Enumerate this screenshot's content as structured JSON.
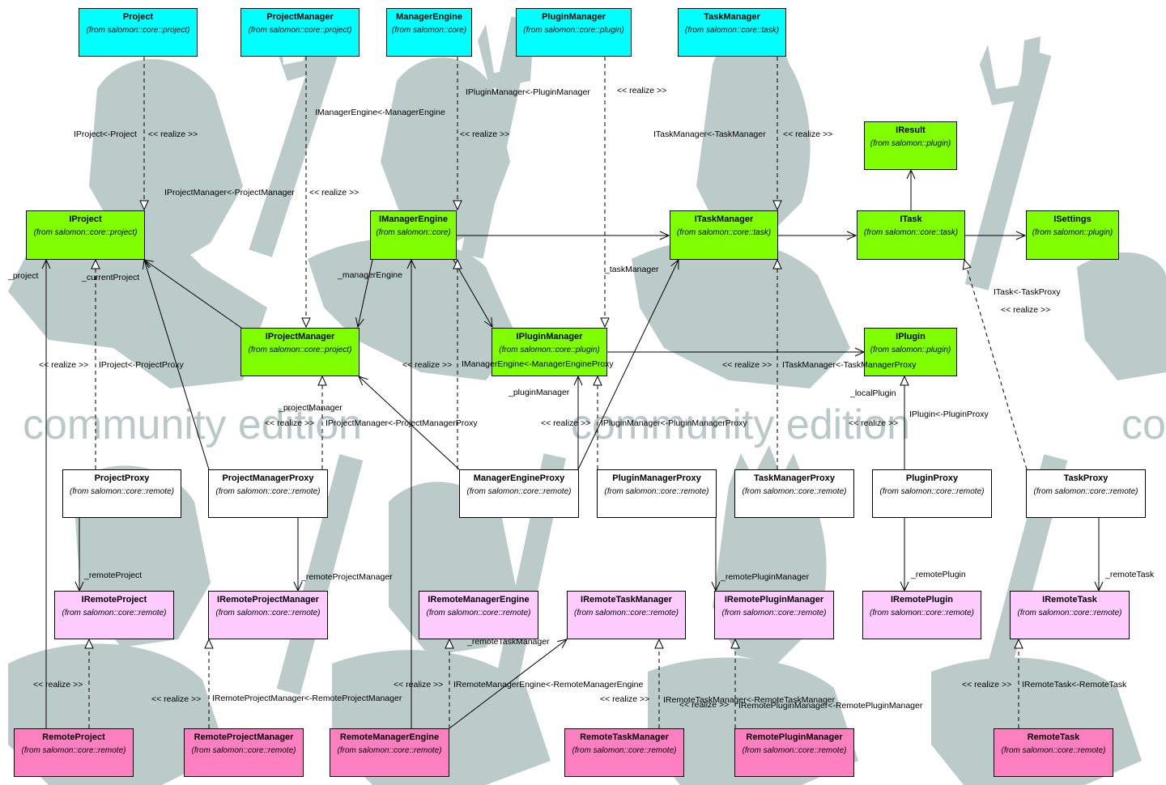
{
  "watermark": {
    "text": "community edition",
    "color": "#b8c9c7"
  },
  "colors": {
    "upper_class": "#00ffff",
    "interface": "#80ff00",
    "proxy": "#ffffff",
    "remote_interface": "#ffccff",
    "remote_class": "#ff80c0"
  },
  "boxes": {
    "project": {
      "name": "Project",
      "from": "(from salomon::core::project)"
    },
    "project_manager": {
      "name": "ProjectManager",
      "from": "(from salomon::core::project)"
    },
    "manager_engine": {
      "name": "ManagerEngine",
      "from": "(from salomon::core)"
    },
    "plugin_manager": {
      "name": "PluginManager",
      "from": "(from salomon::core::plugin)"
    },
    "task_manager": {
      "name": "TaskManager",
      "from": "(from salomon::core::task)"
    },
    "iresult": {
      "name": "IResult",
      "from": "(from salomon::plugin)"
    },
    "iproject": {
      "name": "IProject",
      "from": "(from salomon::core::project)"
    },
    "imanager_engine": {
      "name": "IManagerEngine",
      "from": "(from salomon::core)"
    },
    "itask_manager": {
      "name": "ITaskManager",
      "from": "(from salomon::core::task)"
    },
    "itask": {
      "name": "ITask",
      "from": "(from salomon::core::task)"
    },
    "isettings": {
      "name": "ISettings",
      "from": "(from salomon::plugin)"
    },
    "iproject_manager": {
      "name": "IProjectManager",
      "from": "(from salomon::core::project)"
    },
    "iplugin_manager": {
      "name": "IPluginManager",
      "from": "(from salomon::core::plugin)"
    },
    "iplugin": {
      "name": "IPlugin",
      "from": "(from salomon::plugin)"
    },
    "project_proxy": {
      "name": "ProjectProxy",
      "from": "(from salomon::core::remote)"
    },
    "project_manager_proxy": {
      "name": "ProjectManagerProxy",
      "from": "(from salomon::core::remote)"
    },
    "manager_engine_proxy": {
      "name": "ManagerEngineProxy",
      "from": "(from salomon::core::remote)"
    },
    "plugin_manager_proxy": {
      "name": "PluginManagerProxy",
      "from": "(from salomon::core::remote)"
    },
    "task_manager_proxy": {
      "name": "TaskManagerProxy",
      "from": "(from salomon::core::remote)"
    },
    "plugin_proxy": {
      "name": "PluginProxy",
      "from": "(from salomon::core::remote)"
    },
    "task_proxy": {
      "name": "TaskProxy",
      "from": "(from salomon::core::remote)"
    },
    "iremote_project": {
      "name": "IRemoteProject",
      "from": "(from salomon::core::remote)"
    },
    "iremote_project_manager": {
      "name": "IRemoteProjectManager",
      "from": "(from salomon::core::remote)"
    },
    "iremote_manager_engine": {
      "name": "IRemoteManagerEngine",
      "from": "(from salomon::core::remote)"
    },
    "iremote_task_manager": {
      "name": "IRemoteTaskManager",
      "from": "(from salomon::core::remote)"
    },
    "iremote_plugin_manager": {
      "name": "IRemotePluginManager",
      "from": "(from salomon::core::remote)"
    },
    "iremote_plugin": {
      "name": "IRemotePlugin",
      "from": "(from salomon::core::remote)"
    },
    "iremote_task": {
      "name": "IRemoteTask",
      "from": "(from salomon::core::remote)"
    },
    "remote_project": {
      "name": "RemoteProject",
      "from": "(from salomon::core::remote)"
    },
    "remote_project_manager": {
      "name": "RemoteProjectManager",
      "from": "(from salomon::core::remote)"
    },
    "remote_manager_engine": {
      "name": "RemoteManagerEngine",
      "from": "(from salomon::core::remote)"
    },
    "remote_task_manager": {
      "name": "RemoteTaskManager",
      "from": "(from salomon::core::remote)"
    },
    "remote_plugin_manager": {
      "name": "RemotePluginManager",
      "from": "(from salomon::core::remote)"
    },
    "remote_task": {
      "name": "RemoteTask",
      "from": "(from salomon::core::remote)"
    }
  },
  "labels": {
    "iproject_project": "IProject<-Project",
    "realize": "<< realize >>",
    "imanagerengine_managerengine": "IManagerEngine<-ManagerEngine",
    "ipluginmanager_pluginmanager": "IPluginManager<-PluginManager",
    "itaskmanager_taskmanager": "ITaskManager<-TaskManager",
    "iprojectmanager_projectmanager": "IProjectManager<-ProjectManager",
    "project_role": "_project",
    "current_project": "_currentProject",
    "manager_engine_role": "_managerEngine",
    "task_manager_role": "_taskManager",
    "itask_taskproxy": "ITask<-TaskProxy",
    "iproject_projectproxy": "IProject<-ProjectProxy",
    "imanagerengine_proxy": "IManagerEngine<-ManagerEngineProxy",
    "itaskmanager_proxy": "ITaskManager<-TaskManagerProxy",
    "plugin_manager_role": "_pluginManager",
    "local_plugin": "_localPlugin",
    "project_manager_role": "_projectManager",
    "iprojectmanager_proxy": "IProjectManager<-ProjectManagerProxy",
    "ipluginmanager_proxy": "IPluginManager<-PluginManagerProxy",
    "iplugin_proxy": "IPlugin<-PluginProxy",
    "remote_project_role": "_remoteProject",
    "remote_project_manager_role": "_remoteProjectManager",
    "remote_plugin_manager_role": "_remotePluginManager",
    "remote_plugin_role": "_remotePlugin",
    "remote_task_role": "_remoteTask",
    "remote_task_manager_role": "_remoteTaskManager",
    "iremoteprojectmanager_remote": "IRemoteProjectManager<-RemoteProjectManager",
    "iremotemanagerengine_remote": "IRemoteManagerEngine<-RemoteManagerEngine",
    "iremotetaskmanager_remote": "IRemoteTaskManager<-RemoteTaskManager",
    "iremotepluginmanager_remote": "IRemotePluginManager<-RemotePluginManager",
    "iremotetask_remote": "IRemoteTask<-RemoteTask"
  }
}
